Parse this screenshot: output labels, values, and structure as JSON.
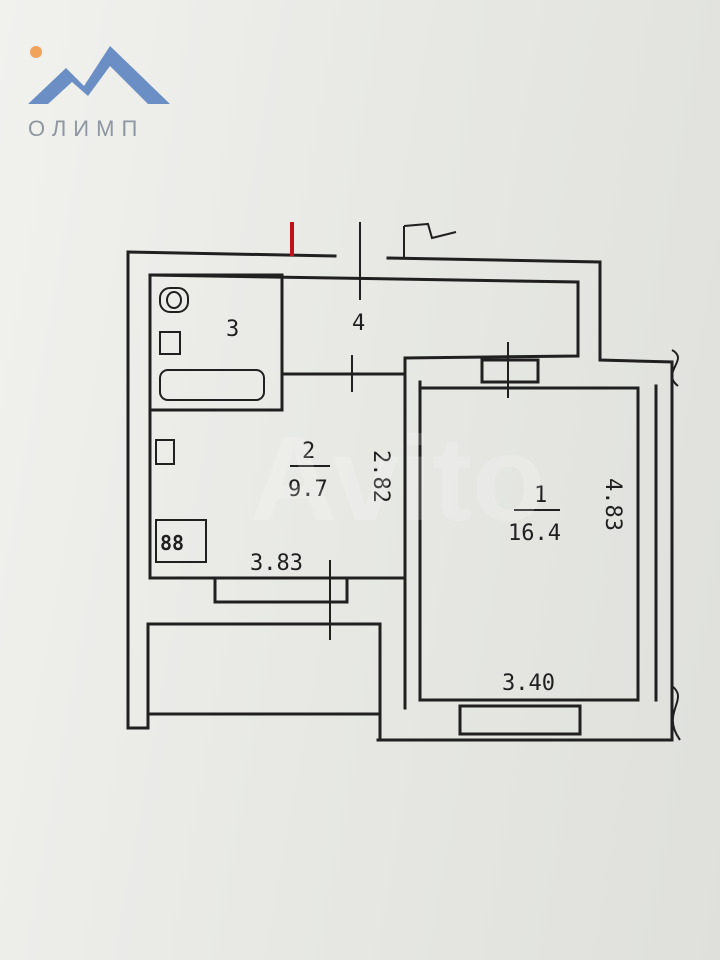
{
  "logo": {
    "text": "ОЛИМП",
    "accent_color": "#f0a35a",
    "mountain_color": "#6b8fc4",
    "icon": "mountain-icon"
  },
  "watermark": "Avito",
  "rooms": [
    {
      "number": "1",
      "area": "16.4",
      "width": "3.40",
      "length": "4.83"
    },
    {
      "number": "2",
      "area": "9.7",
      "width": "3.83",
      "length": "2.82"
    },
    {
      "number": "3"
    },
    {
      "number": "4"
    }
  ],
  "fixtures": {
    "stove": "88"
  }
}
